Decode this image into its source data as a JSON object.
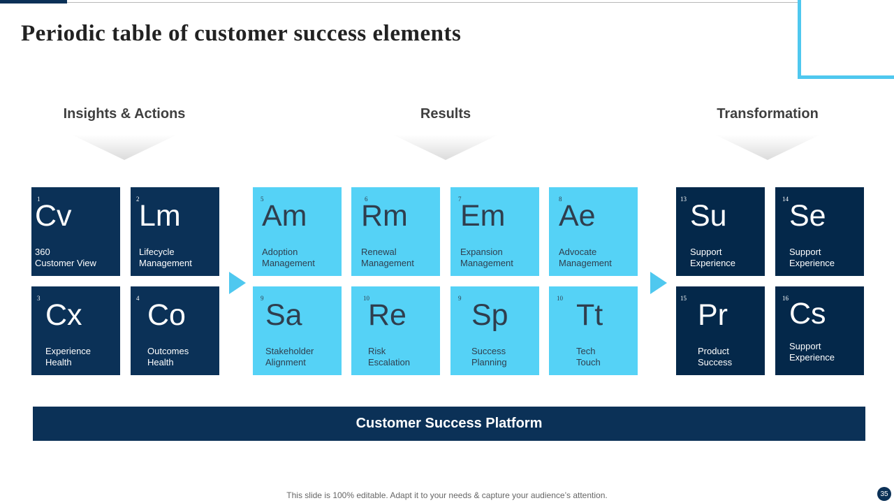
{
  "slide": {
    "title": "Periodic table of  customer success elements",
    "footer": "This slide is 100% editable. Adapt it to your needs & capture your audience’s attention.",
    "page_number": "35",
    "platform_label": "Customer Success Platform"
  },
  "sections": [
    {
      "heading": "Insights & Actions"
    },
    {
      "heading": "Results"
    },
    {
      "heading": "Transformation"
    }
  ],
  "elements": [
    {
      "number": "1",
      "symbol": "Cv",
      "name_line1": "360",
      "name_line2": "Customer View"
    },
    {
      "number": "2",
      "symbol": "Lm",
      "name_line1": "Lifecycle",
      "name_line2": "Management"
    },
    {
      "number": "3",
      "symbol": "Cx",
      "name_line1": "Experience",
      "name_line2": "Health"
    },
    {
      "number": "4",
      "symbol": "Co",
      "name_line1": "Outcomes",
      "name_line2": "Health"
    },
    {
      "number": "5",
      "symbol": "Am",
      "name_line1": "Adoption",
      "name_line2": "Management"
    },
    {
      "number": "6",
      "symbol": "Rm",
      "name_line1": "Renewal",
      "name_line2": "Management"
    },
    {
      "number": "7",
      "symbol": "Em",
      "name_line1": "Expansion",
      "name_line2": "Management"
    },
    {
      "number": "8",
      "symbol": "Ae",
      "name_line1": "Advocate",
      "name_line2": "Management"
    },
    {
      "number": "9",
      "symbol": "Sa",
      "name_line1": "Stakeholder",
      "name_line2": "Alignment"
    },
    {
      "number": "10",
      "symbol": "Re",
      "name_line1": "Risk",
      "name_line2": "Escalation"
    },
    {
      "number": "9",
      "symbol": "Sp",
      "name_line1": "Success",
      "name_line2": "Planning"
    },
    {
      "number": "10",
      "symbol": "Tt",
      "name_line1": "Tech",
      "name_line2": "Touch"
    },
    {
      "number": "13",
      "symbol": "Su",
      "name_line1": "Support",
      "name_line2": "Experience"
    },
    {
      "number": "14",
      "symbol": "Se",
      "name_line1": "Support",
      "name_line2": "Experience"
    },
    {
      "number": "15",
      "symbol": "Pr",
      "name_line1": "Product",
      "name_line2": "Success"
    },
    {
      "number": "16",
      "symbol": "Cs",
      "name_line1": "Support",
      "name_line2": "Experience"
    }
  ],
  "colors": {
    "navy": "#0b3157",
    "deep_navy": "#04284a",
    "light_blue": "#55d2f6",
    "accent": "#4fc8ef"
  }
}
